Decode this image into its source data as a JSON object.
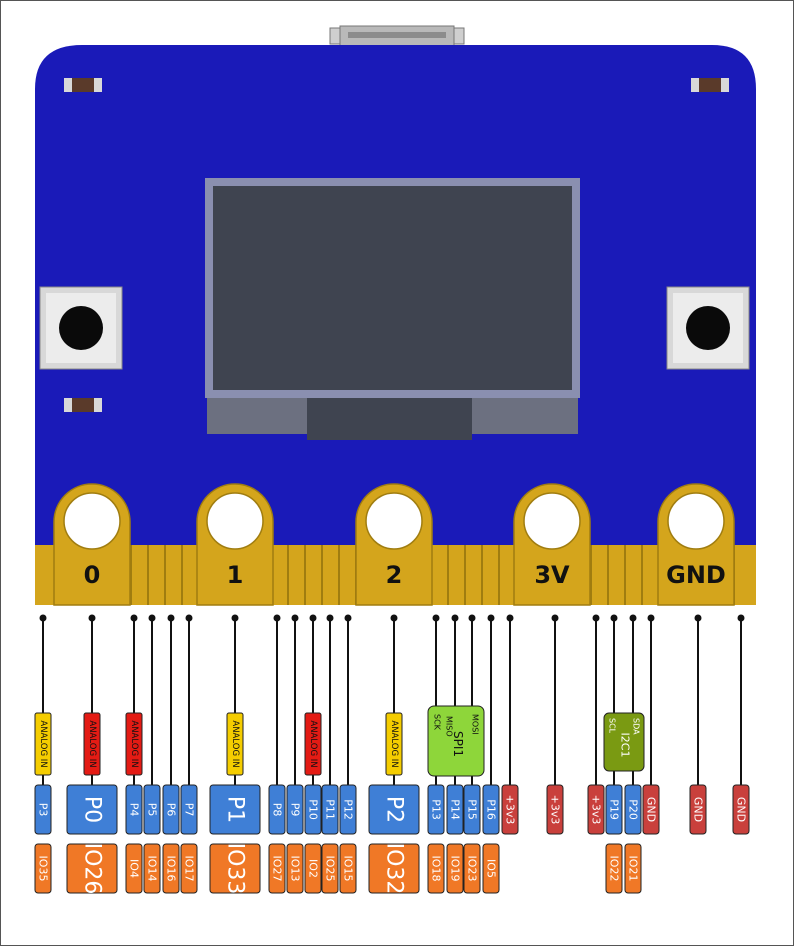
{
  "colors": {
    "board": "#1a1ab8",
    "gold": "#d4a51c",
    "gold_dark": "#a07d10",
    "screen": "#3f4450",
    "screen_bezel": "#8a8fb0",
    "pin_blue": "#3f7fd6",
    "pin_orange": "#f07826",
    "analog_yellow": "#f5cd00",
    "analog_red": "#e41b14",
    "spi_green": "#8ed63a",
    "i2c_green": "#7a9a12",
    "power_red": "#c9403c",
    "line": "#111111"
  },
  "pads": [
    {
      "label": "0"
    },
    {
      "label": "1"
    },
    {
      "label": "2"
    },
    {
      "label": "3V"
    },
    {
      "label": "GND"
    }
  ],
  "columns": [
    {
      "pin": "P3",
      "io": "IO35",
      "analog": "ANALOG IN",
      "analog_type": "yellow",
      "size": "small"
    },
    {
      "pin": "P0",
      "io": "IO26",
      "analog": "ANALOG IN",
      "analog_type": "red",
      "size": "large"
    },
    {
      "pin": "P4",
      "io": "IO4",
      "analog": "ANALOG IN",
      "analog_type": "red",
      "size": "small"
    },
    {
      "pin": "P5",
      "io": "IO14",
      "size": "small"
    },
    {
      "pin": "P6",
      "io": "IO16",
      "size": "small"
    },
    {
      "pin": "P7",
      "io": "IO17",
      "size": "small"
    },
    {
      "pin": "P1",
      "io": "IO33",
      "analog": "ANALOG IN",
      "analog_type": "yellow",
      "size": "large"
    },
    {
      "pin": "P8",
      "io": "IO27",
      "size": "small"
    },
    {
      "pin": "P9",
      "io": "IO13",
      "size": "small"
    },
    {
      "pin": "P10",
      "io": "IO2",
      "analog": "ANALOG IN",
      "analog_type": "red",
      "size": "small"
    },
    {
      "pin": "P11",
      "io": "IO25",
      "size": "small"
    },
    {
      "pin": "P12",
      "io": "IO15",
      "size": "small"
    },
    {
      "pin": "P2",
      "io": "IO32",
      "analog": "ANALOG IN",
      "analog_type": "yellow",
      "size": "large"
    },
    {
      "pin": "P13",
      "io": "IO18",
      "size": "small"
    },
    {
      "pin": "P14",
      "io": "IO19",
      "size": "small"
    },
    {
      "pin": "P15",
      "io": "IO23",
      "size": "small"
    },
    {
      "pin": "P16",
      "io": "IO5",
      "size": "small"
    },
    {
      "pin": "+3v3",
      "kind": "power",
      "size": "small"
    },
    {
      "pin": "+3v3",
      "kind": "power",
      "size": "small"
    },
    {
      "pin": "+3v3",
      "kind": "power",
      "size": "small"
    },
    {
      "pin": "P19",
      "io": "IO22",
      "size": "small"
    },
    {
      "pin": "P20",
      "io": "IO21",
      "size": "small"
    },
    {
      "pin": "GND",
      "kind": "power",
      "size": "small"
    },
    {
      "pin": "GND",
      "kind": "power",
      "size": "small"
    },
    {
      "pin": "GND",
      "kind": "power",
      "size": "small"
    }
  ],
  "spi": {
    "title": "SPI1",
    "sck": "SCK",
    "miso": "MISO",
    "mosi": "MOSI"
  },
  "i2c": {
    "title": "I2C1",
    "scl": "SCL",
    "sda": "SDA"
  }
}
